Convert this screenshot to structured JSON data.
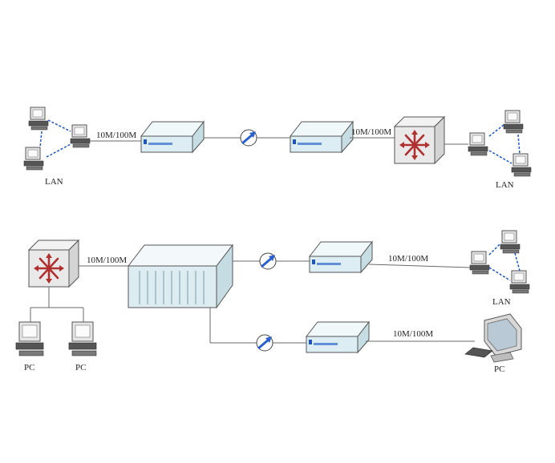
{
  "top_row": {
    "lan_left_label": "LAN",
    "link_left_label": "10M/100M",
    "link_right_label": "10M/100M",
    "lan_right_label": "LAN"
  },
  "bottom_row": {
    "link_switch_label": "10M/100M",
    "link_upper_label": "10M/100M",
    "lan_label": "LAN",
    "link_lower_label": "10M/100M",
    "pc_left_label": "PC",
    "pc_right_label": "PC",
    "monitor_pc_label": "PC"
  },
  "colors": {
    "box_face": "#dfeef2",
    "box_top": "#f2f8fa",
    "fiber_blue": "#2a5fd0",
    "arrow_red": "#b03030",
    "lan_dash": "#1d55c9"
  }
}
